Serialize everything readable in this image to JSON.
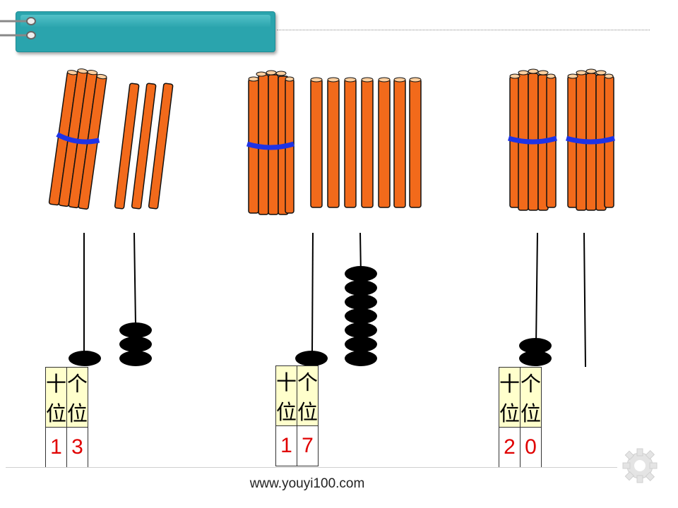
{
  "footer": {
    "url": "www.youyi100.com"
  },
  "colors": {
    "title_bar": "#2aa4ad",
    "stick": "#f26a1b",
    "band": "#1e33e6",
    "bead": "#000000",
    "digit": "#e00000",
    "header_bg": "#ffffcc"
  },
  "place_labels": {
    "tens": "十位",
    "ones": "个位"
  },
  "groups": [
    {
      "id": "thirteen",
      "bundles": 1,
      "loose_sticks": 3,
      "tens_beads": 1,
      "ones_beads": 3,
      "tens_digit": "1",
      "ones_digit": "3"
    },
    {
      "id": "seventeen",
      "bundles": 1,
      "loose_sticks": 7,
      "tens_beads": 1,
      "ones_beads": 7,
      "tens_digit": "1",
      "ones_digit": "7"
    },
    {
      "id": "twenty",
      "bundles": 2,
      "loose_sticks": 0,
      "tens_beads": 2,
      "ones_beads": 0,
      "tens_digit": "2",
      "ones_digit": "0"
    }
  ]
}
